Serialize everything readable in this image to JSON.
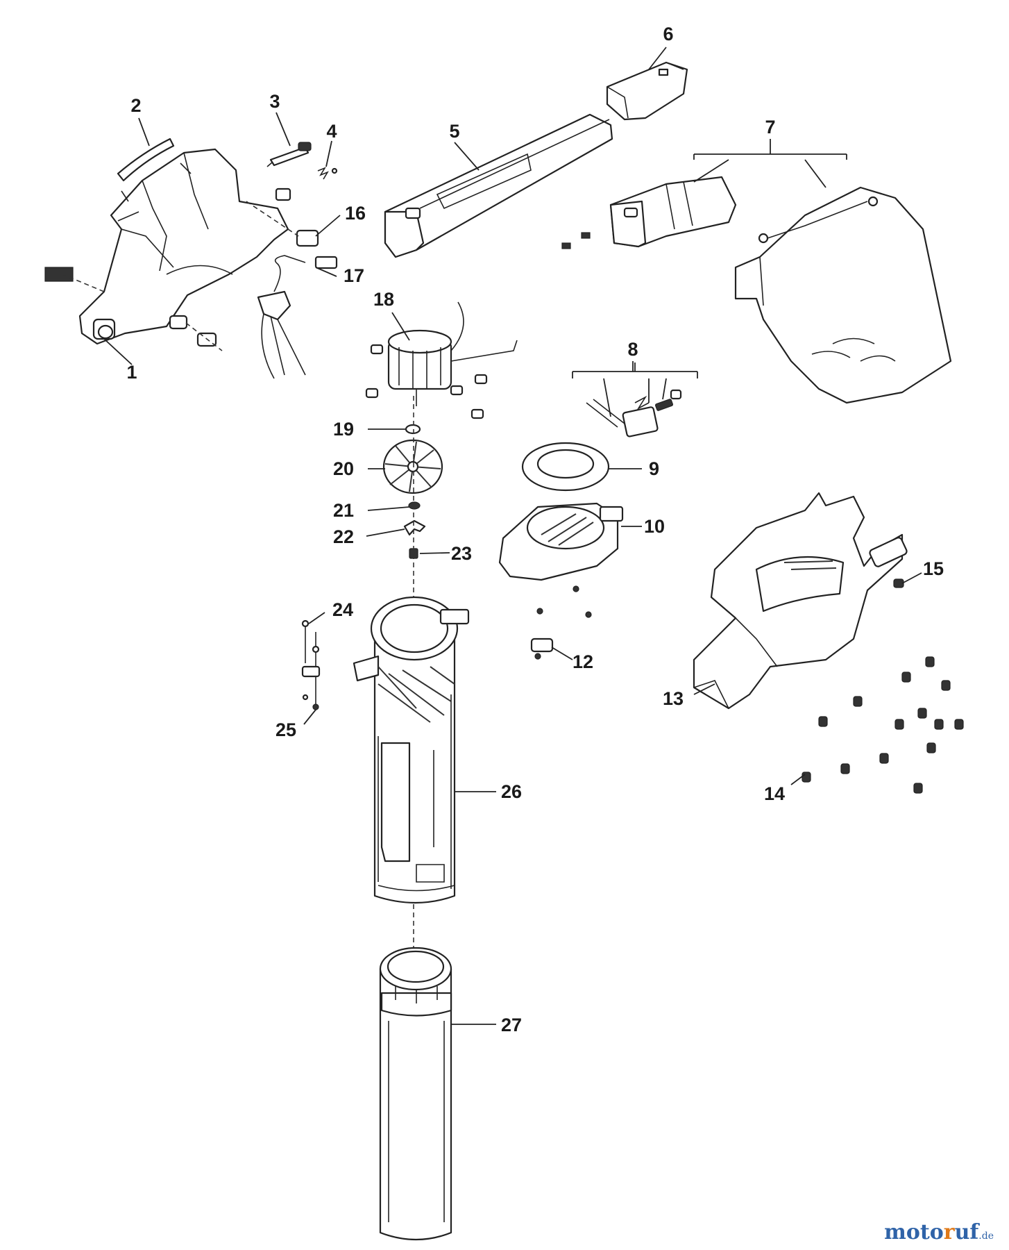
{
  "callouts": [
    "1",
    "2",
    "3",
    "4",
    "5",
    "6",
    "7",
    "8",
    "9",
    "10",
    "12",
    "13",
    "14",
    "15",
    "16",
    "17",
    "18",
    "19",
    "20",
    "21",
    "22",
    "23",
    "24",
    "25",
    "26",
    "27"
  ],
  "watermark": {
    "part1": "moto",
    "part2": "r",
    "part3": "uf",
    "tld": ".de"
  },
  "colors": {
    "line": "#222222",
    "watermark_blue": "#2f63a8",
    "watermark_orange": "#e07a1a"
  }
}
